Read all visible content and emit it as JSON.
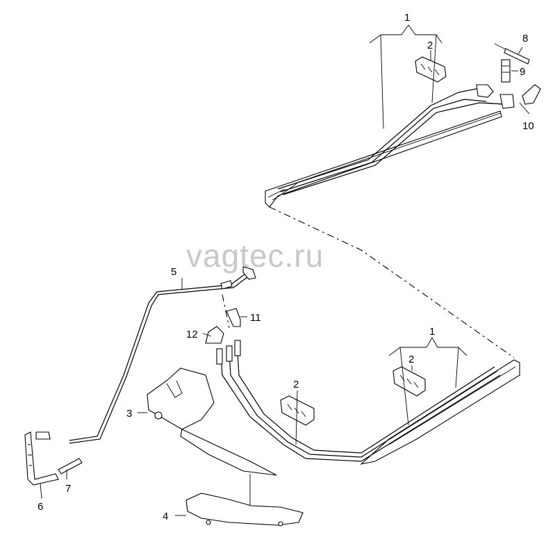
{
  "diagram": {
    "watermark": "vagtec.ru",
    "callouts": {
      "c1_top": "1",
      "c2_top": "2",
      "c8": "8",
      "c9": "9",
      "c10": "10",
      "c5": "5",
      "c11": "11",
      "c12": "12",
      "c3": "3",
      "c1_bottom": "1",
      "c2_bottom_right": "2",
      "c2_bottom_left": "2",
      "c6": "6",
      "c7": "7",
      "c4": "4"
    }
  }
}
